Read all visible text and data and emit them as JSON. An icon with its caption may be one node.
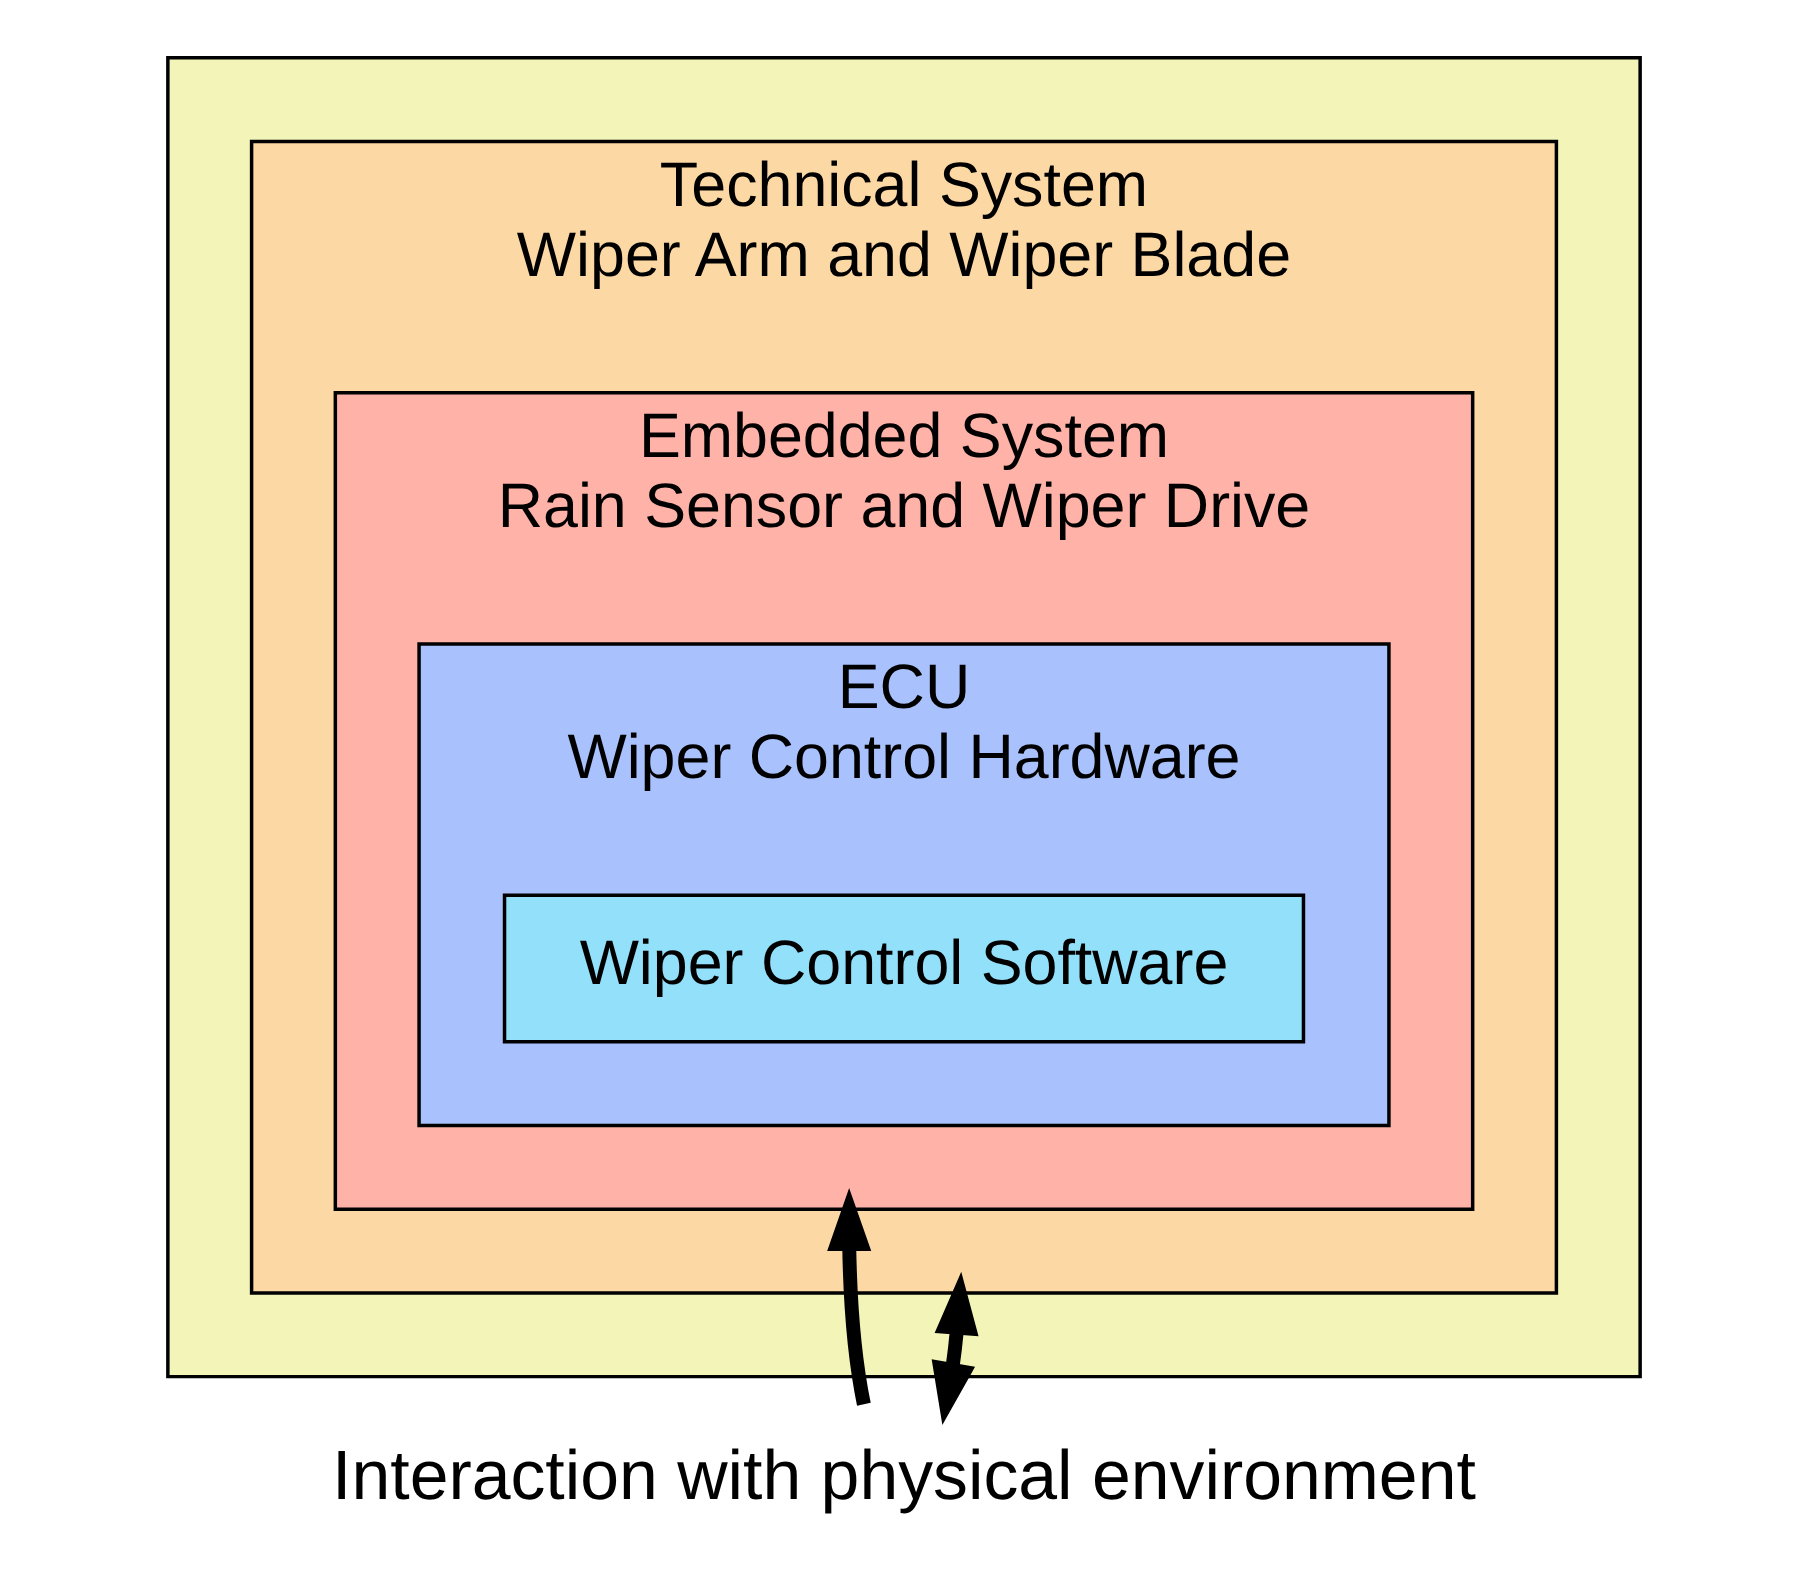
{
  "diagram": {
    "nodes": [
      {
        "text": [],
        "shape": "box"
      },
      {
        "text": [
          "Technical System",
          "Wiper Arm and Wiper Blade"
        ],
        "in": 0
      },
      {
        "text": [
          "Embedded System",
          "Rain Sensor and Wiper Drive"
        ],
        "in": 1
      },
      {
        "text": [
          "ECU",
          "Wiper Control Hardware"
        ],
        "in": 2
      },
      {
        "text": [
          "Wiper Control Software"
        ],
        "in": 3
      },
      {
        "text": [
          "Interaction with physical environment"
        ]
      }
    ],
    "edges": [
      {
        "from": 5,
        "to": 2,
        "arrow": "to"
      },
      {
        "from": 5,
        "to": 1,
        "arrow": "both"
      }
    ]
  }
}
